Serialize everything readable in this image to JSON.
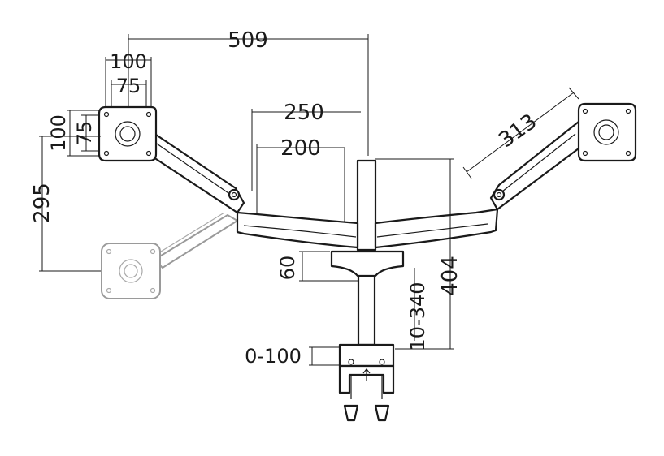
{
  "dimensions": {
    "total_width": "509",
    "vesa_outer_h": "100",
    "vesa_inner_h": "75",
    "vesa_outer_v": "100",
    "vesa_inner_v": "75",
    "arm_reach_outer": "250",
    "arm_reach_inner": "200",
    "right_arm_length": "313",
    "vertical_travel": "295",
    "base_height": "60",
    "total_height": "404",
    "pole_range": "10-340",
    "desk_clamp": "0-100"
  },
  "colors": {
    "line": "#1a1a1a",
    "ghost": "#9a9a9a"
  }
}
